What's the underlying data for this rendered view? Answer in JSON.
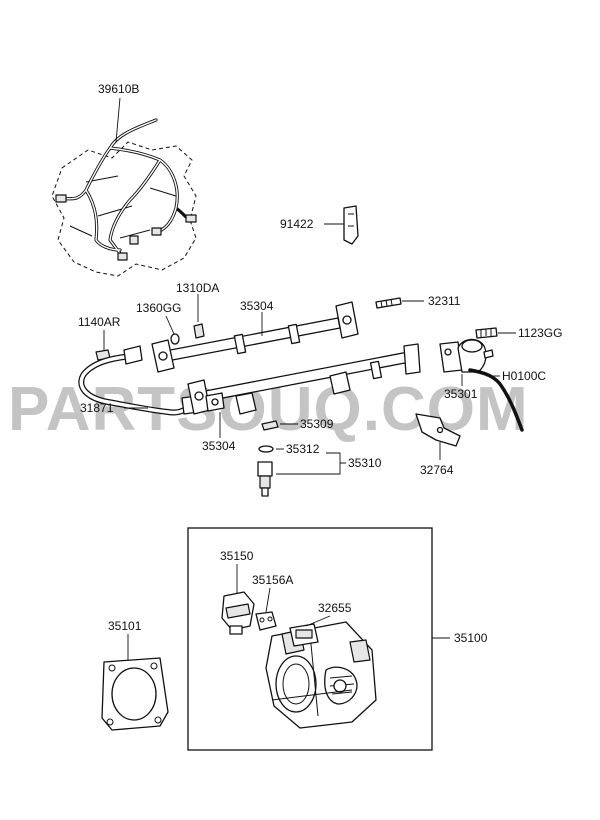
{
  "watermark": "PARTSOUQ.COM",
  "labels": {
    "p39610B": "39610B",
    "p91422": "91422",
    "p1310DA": "1310DA",
    "p1360GG": "1360GG",
    "p35304a": "35304",
    "p32311": "32311",
    "p1140AR": "1140AR",
    "p1123GG": "1123GG",
    "pH0100C": "H0100C",
    "p31871": "31871",
    "p35301": "35301",
    "p35309": "35309",
    "p35304b": "35304",
    "p35312": "35312",
    "p35310": "35310",
    "p32764": "32764",
    "p35150": "35150",
    "p35156A": "35156A",
    "p32655": "32655",
    "p35101": "35101",
    "p35100": "35100"
  }
}
